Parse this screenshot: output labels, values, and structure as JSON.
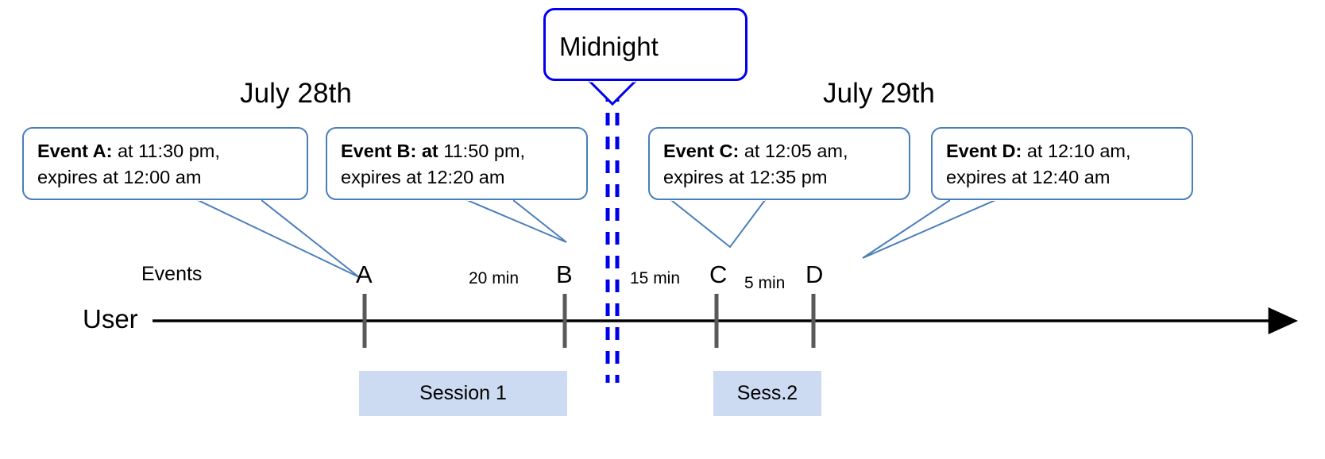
{
  "diagram": {
    "title_callout": {
      "label": "Midnight"
    },
    "dates": [
      {
        "label": "July 28th"
      },
      {
        "label": "July 29th"
      }
    ],
    "axis_labels": {
      "events": "Events",
      "user": "User"
    },
    "event_callouts": [
      {
        "id": "A",
        "bold": "Event A:",
        "line1_rest": " at 11:30 pm,",
        "line2": "expires at 12:00 am"
      },
      {
        "id": "B",
        "bold": "Event B: at",
        "line1_rest": " 11:50 pm,",
        "line2": "expires at 12:20 am"
      },
      {
        "id": "C",
        "bold": "Event C:",
        "line1_rest": " at 12:05 am,",
        "line2": "expires at 12:35 pm"
      },
      {
        "id": "D",
        "bold": "Event D:",
        "line1_rest": "  at 12:10 am,",
        "line2": "expires at 12:40 am"
      }
    ],
    "markers": [
      {
        "letter": "A"
      },
      {
        "letter": "B"
      },
      {
        "letter": "C"
      },
      {
        "letter": "D"
      }
    ],
    "intervals": [
      {
        "label": "20 min"
      },
      {
        "label": "15 min"
      },
      {
        "label": "5 min"
      }
    ],
    "sessions": [
      {
        "label": "Session 1"
      },
      {
        "label": "Sess.2"
      }
    ],
    "colors": {
      "callout_border": "#4a7ebb",
      "midnight_border": "#0000ee",
      "midnight_dash": "#0000ee",
      "session_fill": "#ccdaf2",
      "axis": "#000000",
      "tick": "#595959"
    }
  }
}
